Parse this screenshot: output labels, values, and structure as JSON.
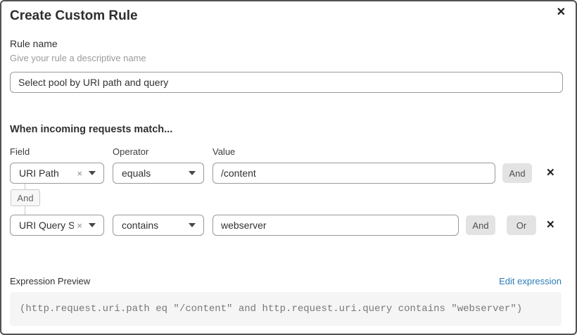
{
  "dialog": {
    "title": "Create Custom Rule",
    "close_icon": "✕"
  },
  "rule_name": {
    "label": "Rule name",
    "help": "Give your rule a descriptive name",
    "value": "Select pool by URI path and query"
  },
  "match": {
    "heading": "When incoming requests match...",
    "columns": {
      "field": "Field",
      "operator": "Operator",
      "value": "Value"
    },
    "connector_label": "And",
    "rows": [
      {
        "field": "URI Path",
        "operator": "equals",
        "value": "/content",
        "and_label": "And"
      },
      {
        "field": "URI Query St...",
        "operator": "contains",
        "value": "webserver",
        "and_label": "And",
        "or_label": "Or"
      }
    ]
  },
  "expression": {
    "label": "Expression Preview",
    "edit_link": "Edit expression",
    "code": "(http.request.uri.path eq \"/content\" and http.request.uri.query contains \"webserver\")"
  },
  "icons": {
    "clear": "×",
    "remove": "✕"
  },
  "colors": {
    "link_blue": "#2c7cb5",
    "input_border": "#999999",
    "button_gray": "#e3e3e3",
    "code_background": "#f5f5f5",
    "text_dark": "#313131",
    "text_muted": "#9b9b9b"
  }
}
